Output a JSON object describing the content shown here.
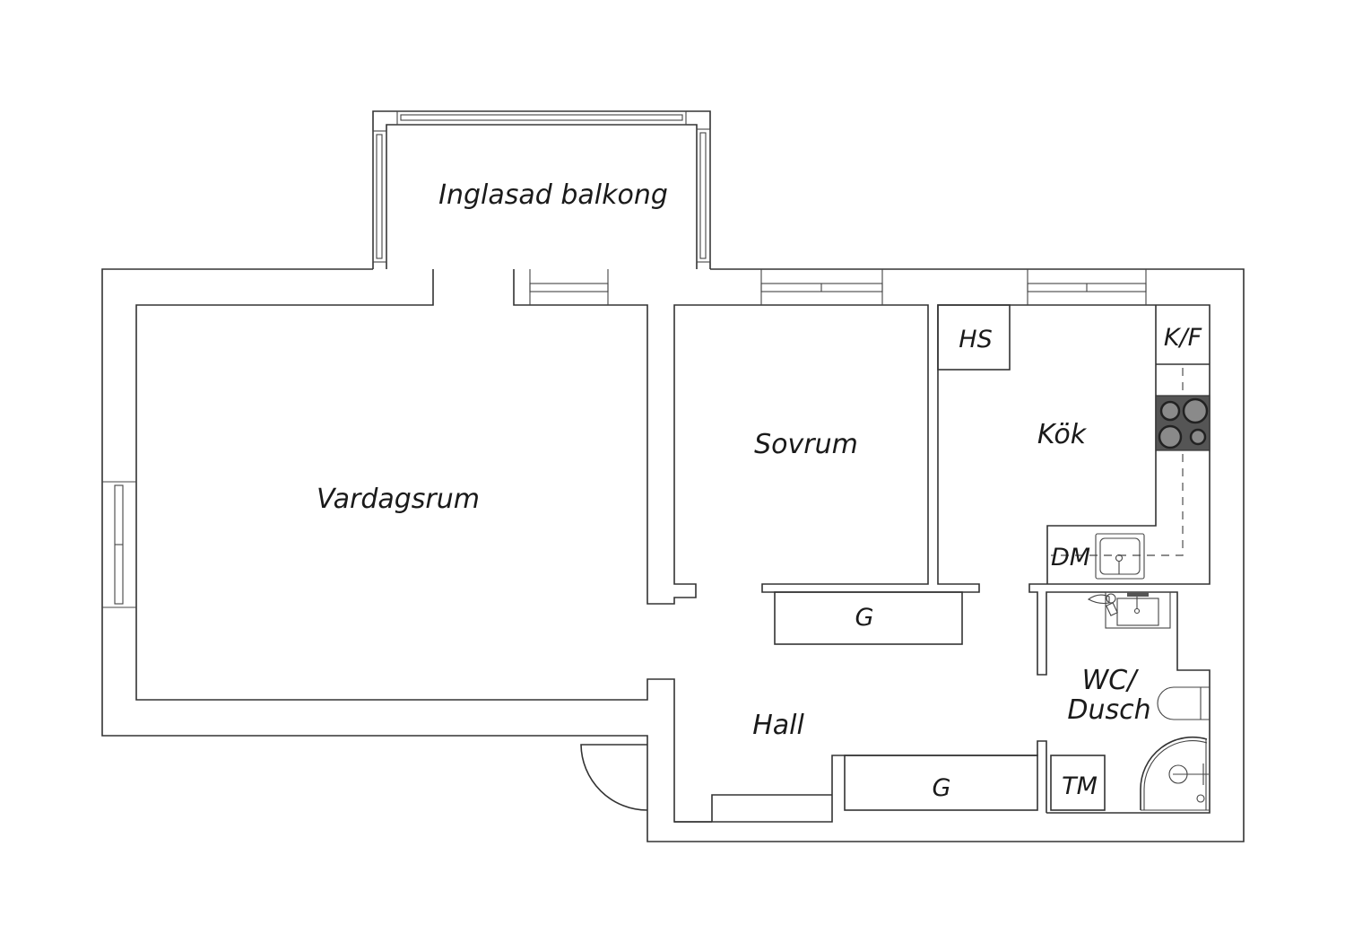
{
  "title": "Floor plan",
  "colors": {
    "wall": "#333333",
    "background": "#ffffff",
    "stove": "#555555",
    "burner": "#8a8a8a"
  },
  "rooms": {
    "balcony": "Inglasad balkong",
    "living_room": "Vardagsrum",
    "bedroom": "Sovrum",
    "kitchen": "Kök",
    "hall": "Hall",
    "bathroom_line1": "WC/",
    "bathroom_line2": "Dusch"
  },
  "fixtures": {
    "pantry": "HS",
    "fridge_freezer": "K/F",
    "dishwasher": "DM",
    "wardrobe_bedroom": "G",
    "wardrobe_hall": "G",
    "washing_machine": "TM"
  },
  "icons": {
    "stove": "stove-icon",
    "kitchen_sink": "kitchen-sink-icon",
    "bathroom_sink": "bathroom-sink-icon",
    "toilet": "toilet-icon",
    "shower": "shower-icon",
    "entrance_door": "door-swing-icon",
    "window": "window-icon"
  }
}
